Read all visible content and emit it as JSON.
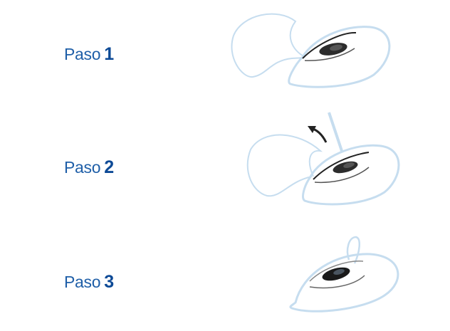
{
  "steps": [
    {
      "word": "Paso",
      "number": "1",
      "illustration": "contact-lens-on-eye-step-1"
    },
    {
      "word": "Paso",
      "number": "2",
      "illustration": "contact-lens-removal-step-2"
    },
    {
      "word": "Paso",
      "number": "3",
      "illustration": "contact-lens-removed-step-3"
    }
  ],
  "colors": {
    "label_text": "#1f5fa8",
    "label_number": "#0d4a96",
    "lens_outline": "#c6ddef",
    "eye_dark": "#1a1a1a"
  }
}
